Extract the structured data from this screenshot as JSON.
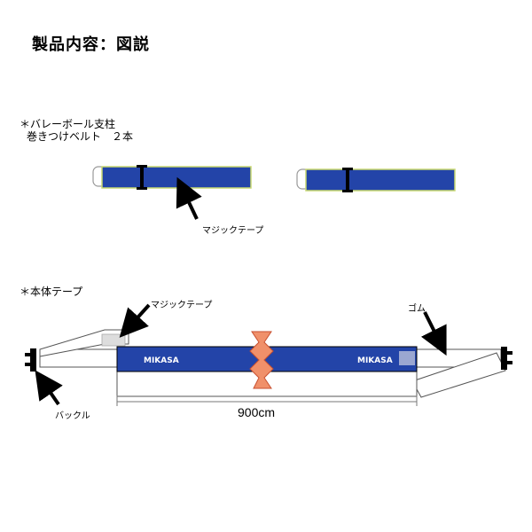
{
  "title": "製品内容：図説",
  "section1": {
    "label_line1": "＊バレーボール支柱",
    "label_line2": "巻きつけベルト　２本",
    "callout": "マジックテープ"
  },
  "section2": {
    "label": "＊本体テープ",
    "callout_velcro": "マジックテープ",
    "callout_rubber": "ゴム",
    "callout_buckle": "バックル",
    "brand_left": "MIKASA",
    "brand_right": "MIKASA",
    "dimension": "900cm"
  },
  "colors": {
    "belt_blue": "#2344a8",
    "belt_edge": "#c8d870",
    "tape_white": "#ffffff",
    "break_orange": "#f0906a",
    "buckle_black": "#000000"
  }
}
